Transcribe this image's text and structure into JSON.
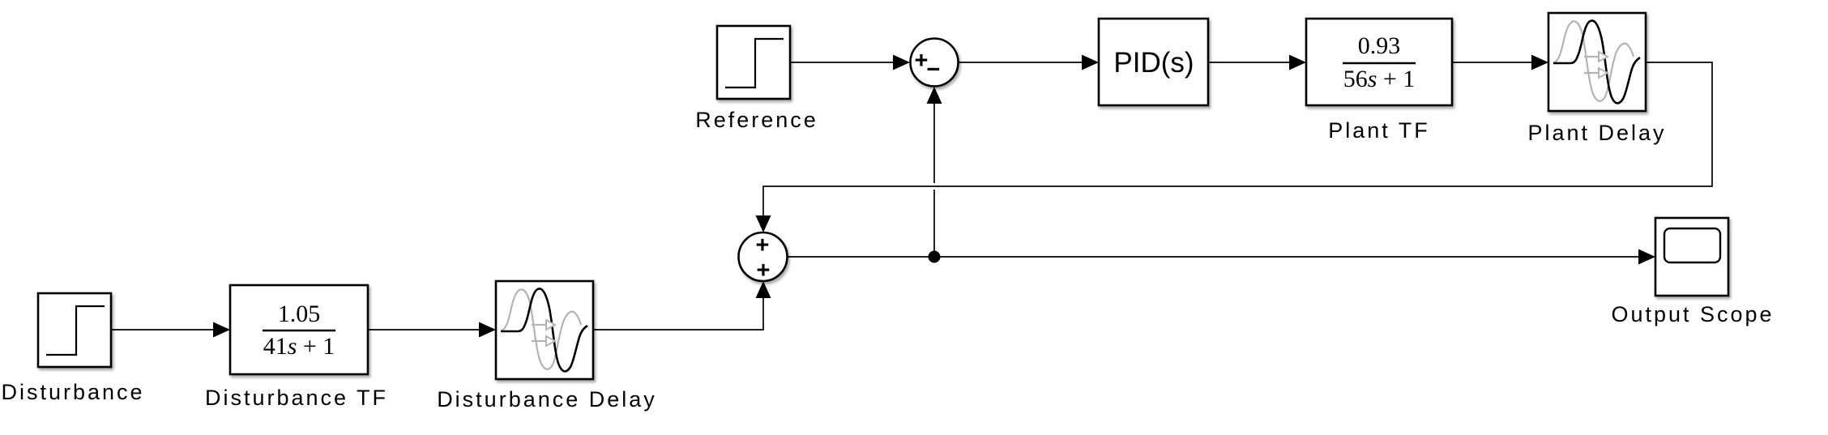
{
  "diagram": {
    "type": "simulink-block-diagram",
    "background_color": "#ffffff",
    "line_color": "#000000",
    "muted_icon_color": "#b3b3b3",
    "blocks": {
      "reference": {
        "label": "Reference",
        "kind": "step-source"
      },
      "error_sum": {
        "kind": "sum-junction",
        "sign_plus": "+",
        "sign_minus": "−"
      },
      "pid": {
        "text": "PID(s)",
        "kind": "pid-controller"
      },
      "plant_tf": {
        "label": "Plant TF",
        "kind": "transfer-function",
        "numerator": "0.93",
        "den_coeff": "56",
        "den_var": "s",
        "den_tail": " + 1"
      },
      "plant_delay": {
        "label": "Plant Delay",
        "kind": "transport-delay"
      },
      "disturbance": {
        "label": "Disturbance",
        "kind": "step-source"
      },
      "disturbance_tf": {
        "label": "Disturbance TF",
        "kind": "transfer-function",
        "numerator": "1.05",
        "den_coeff": "41",
        "den_var": "s",
        "den_tail": " + 1"
      },
      "disturbance_delay": {
        "label": "Disturbance Delay",
        "kind": "transport-delay"
      },
      "output_sum": {
        "kind": "sum-junction",
        "sign_top": "+",
        "sign_bottom": "+"
      },
      "output_scope": {
        "label": "Output Scope",
        "kind": "scope"
      }
    },
    "connections": [
      {
        "from": "Reference",
        "to": "error_sum",
        "port": "+ (left)"
      },
      {
        "from": "error_sum",
        "to": "PID(s)"
      },
      {
        "from": "PID(s)",
        "to": "Plant TF"
      },
      {
        "from": "Plant TF",
        "to": "Plant Delay"
      },
      {
        "from": "Plant Delay",
        "to": "output_sum",
        "port": "+ (top)"
      },
      {
        "from": "Disturbance",
        "to": "Disturbance TF"
      },
      {
        "from": "Disturbance TF",
        "to": "Disturbance Delay"
      },
      {
        "from": "Disturbance Delay",
        "to": "output_sum",
        "port": "+ (bottom)"
      },
      {
        "from": "output_sum",
        "to": "Output Scope"
      },
      {
        "from": "output_sum",
        "to": "error_sum",
        "port": "− (feedback branch)"
      }
    ]
  }
}
